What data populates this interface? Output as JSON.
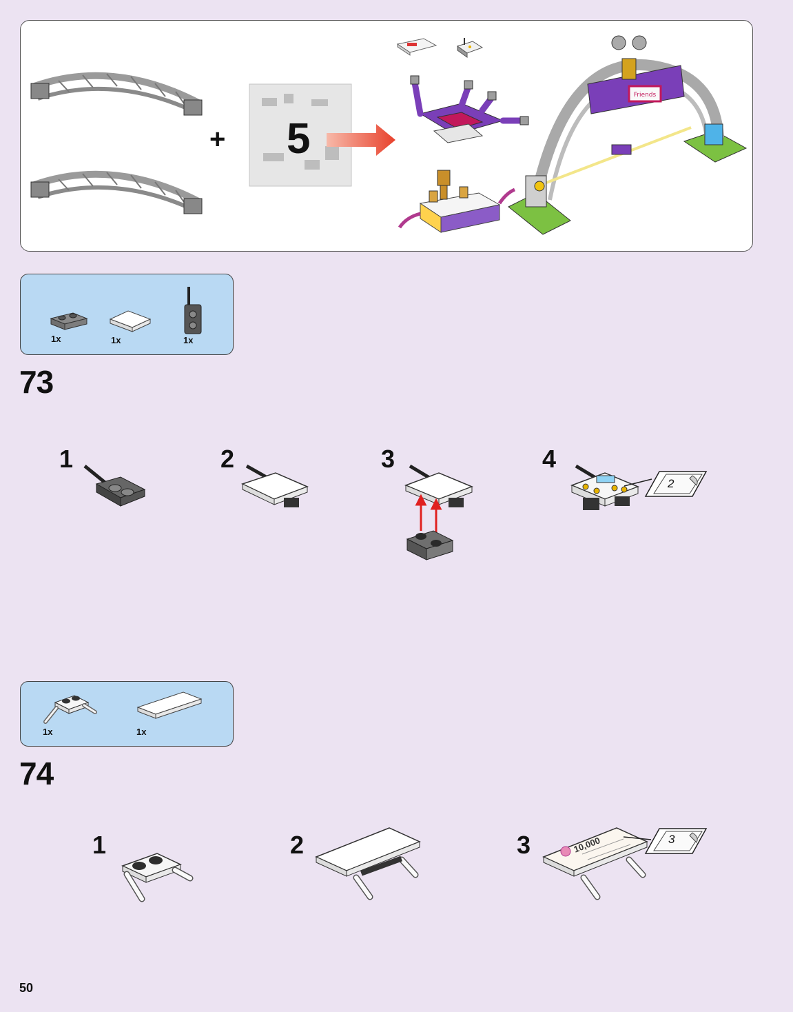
{
  "overview": {
    "plus_symbol": "+",
    "bag_number": "5",
    "sticker_badge": "Friends",
    "accent_color": "#e8412c",
    "purple_color": "#7a3fb8",
    "magenta_color": "#c2185b"
  },
  "step73": {
    "number": "73",
    "parts": [
      {
        "icon": "gray-plate-1x2-icon",
        "qty": "1x"
      },
      {
        "icon": "white-tile-2x2-icon",
        "qty": "1x"
      },
      {
        "icon": "walkie-talkie-icon",
        "qty": "1x"
      }
    ],
    "substeps": [
      "1",
      "2",
      "3",
      "4"
    ],
    "sticker_number": "2"
  },
  "step74": {
    "number": "74",
    "parts": [
      {
        "icon": "plate-with-bars-icon",
        "qty": "1x"
      },
      {
        "icon": "white-tile-2x4-icon",
        "qty": "1x"
      }
    ],
    "substeps": [
      "1",
      "2",
      "3"
    ],
    "sticker_number": "3",
    "sticker_text": "10,000"
  },
  "page_number": "50"
}
